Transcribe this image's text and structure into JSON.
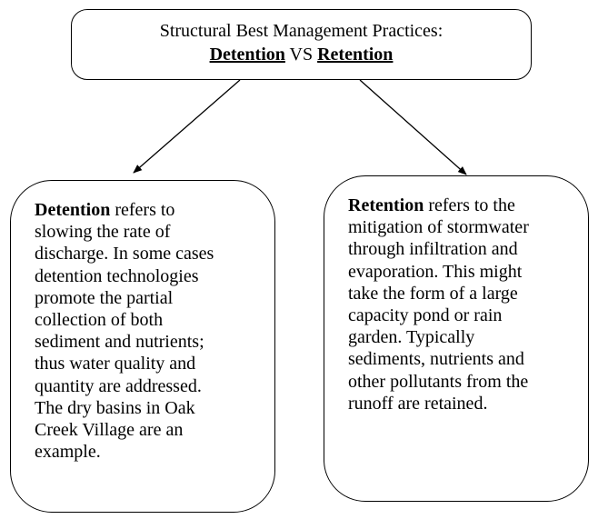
{
  "title": {
    "line1": "Structural Best Management Practices:",
    "term_left": "Detention",
    "vs": "VS",
    "term_right": "Retention"
  },
  "detention": {
    "term": "Detention",
    "lines": [
      " refers to",
      "slowing the rate of",
      "discharge. In some cases",
      "detention technologies",
      "promote the partial",
      "collection of both",
      "sediment and nutrients;",
      "thus water quality and",
      "quantity are addressed.",
      "The dry basins in Oak",
      "Creek Village are an",
      "example."
    ]
  },
  "retention": {
    "term": "Retention",
    "lines": [
      " refers to the",
      "mitigation of stormwater",
      "through infiltration and",
      "evaporation. This might",
      "take the form of a large",
      "capacity pond or rain",
      "garden. Typically",
      "sediments, nutrients and",
      "other pollutants from the",
      "runoff are retained."
    ]
  }
}
